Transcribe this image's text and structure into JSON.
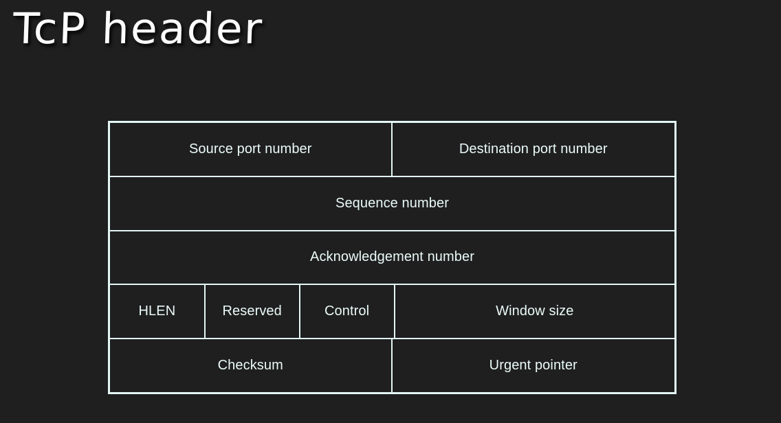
{
  "page": {
    "title": "TcP header",
    "background_color": "#1f1f1f",
    "line_color": "#e3f7f5",
    "text_color": "#eafaf8"
  },
  "diagram": {
    "name": "tcp-header-field-layout",
    "rows": [
      {
        "cells": [
          {
            "label": "Source port number"
          },
          {
            "label": "Destination port number"
          }
        ]
      },
      {
        "cells": [
          {
            "label": "Sequence number"
          }
        ]
      },
      {
        "cells": [
          {
            "label": "Acknowledgement number"
          }
        ]
      },
      {
        "cells": [
          {
            "label": "HLEN"
          },
          {
            "label": "Reserved"
          },
          {
            "label": "Control"
          },
          {
            "label": "Window size"
          }
        ]
      },
      {
        "cells": [
          {
            "label": "Checksum"
          },
          {
            "label": "Urgent pointer"
          }
        ]
      }
    ]
  }
}
